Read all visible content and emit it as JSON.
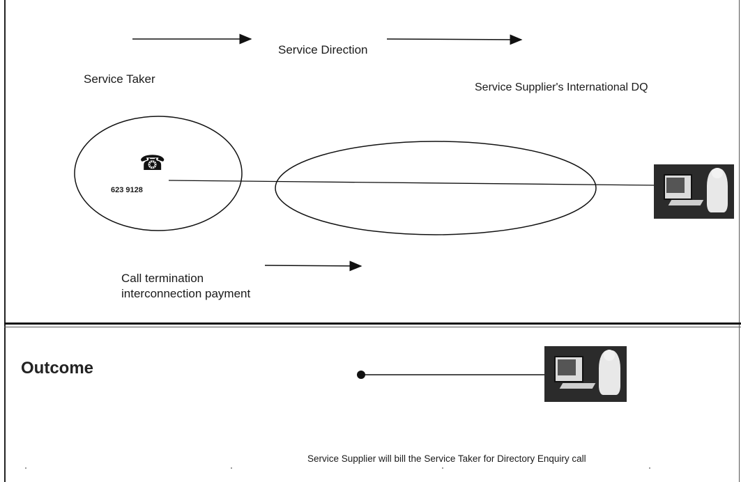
{
  "diagram": {
    "service_direction": "Service Direction",
    "service_taker": "Service Taker",
    "service_supplier": "Service Supplier's International DQ",
    "phone_number": "623 9128",
    "payment_line1": "Call termination",
    "payment_line2": "interconnection payment"
  },
  "outcome": {
    "title": "Outcome",
    "description": "Service Supplier will bill the Service Taker for Directory Enquiry call"
  },
  "icons": {
    "phone": "telephone-icon",
    "computer_user": "computer-user-icon"
  }
}
